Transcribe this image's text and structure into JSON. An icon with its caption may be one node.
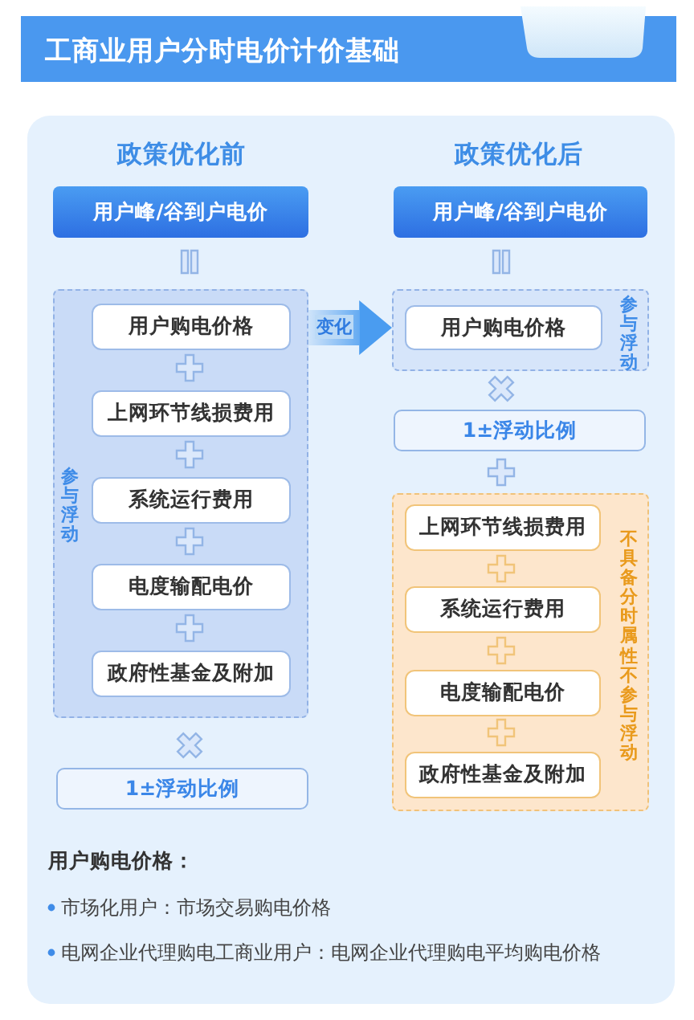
{
  "diagram": {
    "title": "工商业用户分时电价计价基础",
    "nodes": [
      {
        "text": [
          "用户峰/谷到户电价"
        ]
      },
      {
        "text": [
          "参与浮动"
        ]
      },
      {
        "text": [
          "用户购电价格"
        ],
        "in": 1
      },
      {
        "text": [
          "上网环节线损费用"
        ],
        "in": 1
      },
      {
        "text": [
          "系统运行费用"
        ],
        "in": 1
      },
      {
        "text": [
          "电度输配电价"
        ],
        "in": 1
      },
      {
        "text": [
          "政府性基金及附加"
        ],
        "in": 1
      },
      {
        "text": [
          "1±浮动比例"
        ]
      },
      {
        "text": [
          "用户峰/谷到户电价"
        ]
      },
      {
        "text": [
          "参与浮动"
        ]
      },
      {
        "text": [
          "用户购电价格"
        ],
        "in": 9
      },
      {
        "text": [
          "1±浮动比例"
        ]
      },
      {
        "text": [
          "不具备分时属性不参与浮动"
        ]
      },
      {
        "text": [
          "上网环节线损费用"
        ],
        "in": 12
      },
      {
        "text": [
          "系统运行费用"
        ],
        "in": 12
      },
      {
        "text": [
          "电度输配电价"
        ],
        "in": 12
      },
      {
        "text": [
          "政府性基金及附加"
        ],
        "in": 12
      }
    ],
    "edges": [
      {
        "from": 1,
        "to": 9,
        "arrow": "to",
        "label": "变化",
        "style": "thick"
      }
    ],
    "labels": [
      "政策优化前",
      "政策优化后",
      "用户购电价格：",
      "市场化用户：市场交易购电价格",
      "电网企业代理购电工商业用户：电网企业代理购电平均购电价格"
    ]
  }
}
